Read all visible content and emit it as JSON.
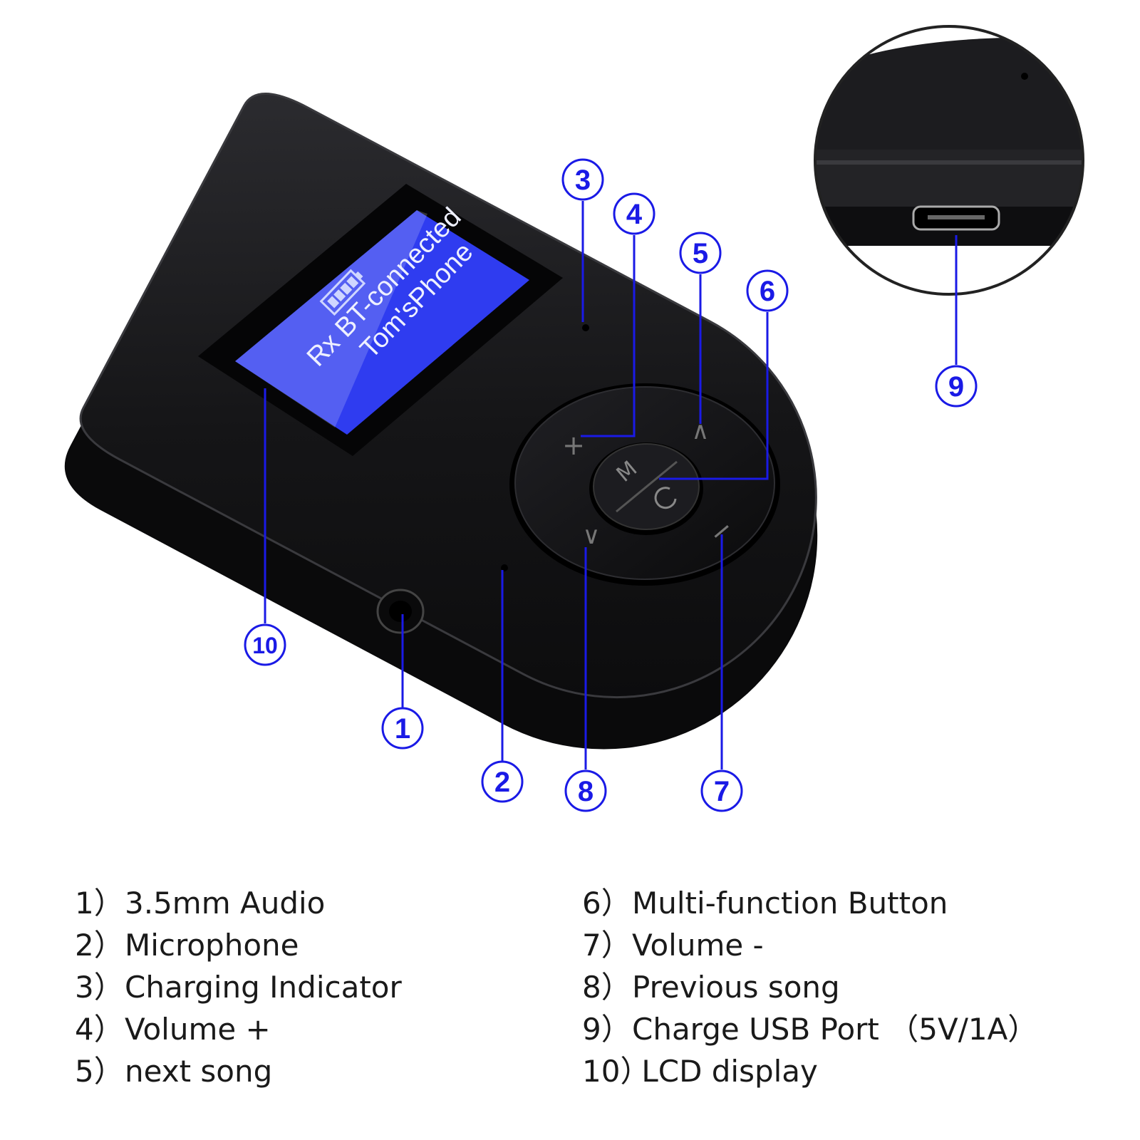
{
  "device_screen": {
    "line1": "Rx BT-connected",
    "line2": "Tom'sPhone",
    "battery_icon": "battery-full-icon",
    "screen_color": "#2f3cf0"
  },
  "button_glyphs": {
    "plus": "+",
    "minus": "−",
    "next": "∧",
    "prev": "∨",
    "mode": "M"
  },
  "callouts": [
    "1",
    "2",
    "3",
    "4",
    "5",
    "6",
    "7",
    "8",
    "9",
    "10"
  ],
  "callout_color": "#1a1ae6",
  "legend": {
    "left": [
      {
        "num": "1）",
        "label": "3.5mm Audio"
      },
      {
        "num": "2）",
        "label": "Microphone"
      },
      {
        "num": "3）",
        "label": "Charging Indicator"
      },
      {
        "num": "4）",
        "label": "Volume +"
      },
      {
        "num": "5）",
        "label": "next song"
      }
    ],
    "right": [
      {
        "num": "6）",
        "label": "Multi-function Button"
      },
      {
        "num": "7）",
        "label": "Volume -"
      },
      {
        "num": "8）",
        "label": "Previous song"
      },
      {
        "num": "9）",
        "label": "Charge USB Port （5V/1A）"
      },
      {
        "num": "10）",
        "label": " LCD display"
      }
    ]
  }
}
